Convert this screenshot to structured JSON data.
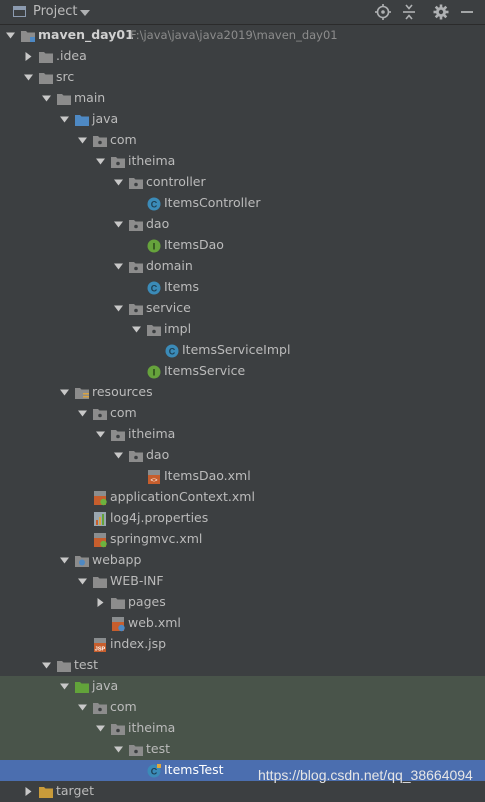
{
  "header": {
    "title": "Project"
  },
  "colors": {
    "panel_bg": "#3c3f41",
    "selection": "#4b6eaf",
    "test_source_bg": "#49544a",
    "folder": "#8c8c8c",
    "source_folder": "#4e89c4",
    "test_folder": "#62a33a",
    "class_icon": "#3b8bb8",
    "interface_icon": "#66a33c"
  },
  "tree": [
    {
      "label": "maven_day01",
      "path": "F:\\java\\java\\java2019\\maven_day01",
      "depth": 0,
      "arrow": "open",
      "icon": "module-folder"
    },
    {
      "label": ".idea",
      "depth": 1,
      "arrow": "closed",
      "icon": "folder"
    },
    {
      "label": "src",
      "depth": 1,
      "arrow": "open",
      "icon": "folder"
    },
    {
      "label": "main",
      "depth": 2,
      "arrow": "open",
      "icon": "folder"
    },
    {
      "label": "java",
      "depth": 3,
      "arrow": "open",
      "icon": "source-folder"
    },
    {
      "label": "com",
      "depth": 4,
      "arrow": "open",
      "icon": "package"
    },
    {
      "label": "itheima",
      "depth": 5,
      "arrow": "open",
      "icon": "package"
    },
    {
      "label": "controller",
      "depth": 6,
      "arrow": "open",
      "icon": "package"
    },
    {
      "label": "ItemsController",
      "depth": 7,
      "arrow": "none",
      "icon": "class"
    },
    {
      "label": "dao",
      "depth": 6,
      "arrow": "open",
      "icon": "package"
    },
    {
      "label": "ItemsDao",
      "depth": 7,
      "arrow": "none",
      "icon": "interface"
    },
    {
      "label": "domain",
      "depth": 6,
      "arrow": "open",
      "icon": "package"
    },
    {
      "label": "Items",
      "depth": 7,
      "arrow": "none",
      "icon": "class"
    },
    {
      "label": "service",
      "depth": 6,
      "arrow": "open",
      "icon": "package"
    },
    {
      "label": "impl",
      "depth": 7,
      "arrow": "open",
      "icon": "package"
    },
    {
      "label": "ItemsServiceImpl",
      "depth": 8,
      "arrow": "none",
      "icon": "class"
    },
    {
      "label": "ItemsService",
      "depth": 7,
      "arrow": "none",
      "icon": "interface"
    },
    {
      "label": "resources",
      "depth": 3,
      "arrow": "open",
      "icon": "resources-folder"
    },
    {
      "label": "com",
      "depth": 4,
      "arrow": "open",
      "icon": "package"
    },
    {
      "label": "itheima",
      "depth": 5,
      "arrow": "open",
      "icon": "package"
    },
    {
      "label": "dao",
      "depth": 6,
      "arrow": "open",
      "icon": "package"
    },
    {
      "label": "ItemsDao.xml",
      "depth": 7,
      "arrow": "none",
      "icon": "xml"
    },
    {
      "label": "applicationContext.xml",
      "depth": 4,
      "arrow": "none",
      "icon": "spring-xml"
    },
    {
      "label": "log4j.properties",
      "depth": 4,
      "arrow": "none",
      "icon": "properties"
    },
    {
      "label": "springmvc.xml",
      "depth": 4,
      "arrow": "none",
      "icon": "spring-xml"
    },
    {
      "label": "webapp",
      "depth": 3,
      "arrow": "open",
      "icon": "web-folder"
    },
    {
      "label": "WEB-INF",
      "depth": 4,
      "arrow": "open",
      "icon": "folder"
    },
    {
      "label": "pages",
      "depth": 5,
      "arrow": "closed",
      "icon": "folder"
    },
    {
      "label": "web.xml",
      "depth": 5,
      "arrow": "none",
      "icon": "web-xml"
    },
    {
      "label": "index.jsp",
      "depth": 4,
      "arrow": "none",
      "icon": "jsp"
    },
    {
      "label": "test",
      "depth": 2,
      "arrow": "open",
      "icon": "folder"
    },
    {
      "label": "java",
      "depth": 3,
      "arrow": "open",
      "icon": "test-folder",
      "state": "testsrc"
    },
    {
      "label": "com",
      "depth": 4,
      "arrow": "open",
      "icon": "package",
      "state": "testsrc"
    },
    {
      "label": "itheima",
      "depth": 5,
      "arrow": "open",
      "icon": "package",
      "state": "testsrc"
    },
    {
      "label": "test",
      "depth": 6,
      "arrow": "open",
      "icon": "package",
      "state": "testsrc"
    },
    {
      "label": "ItemsTest",
      "depth": 7,
      "arrow": "none",
      "icon": "test-class",
      "state": "selected"
    },
    {
      "label": "target",
      "depth": 1,
      "arrow": "closed",
      "icon": "folder-orange"
    }
  ],
  "watermark": "https://blog.csdn.net/qq_38664094"
}
